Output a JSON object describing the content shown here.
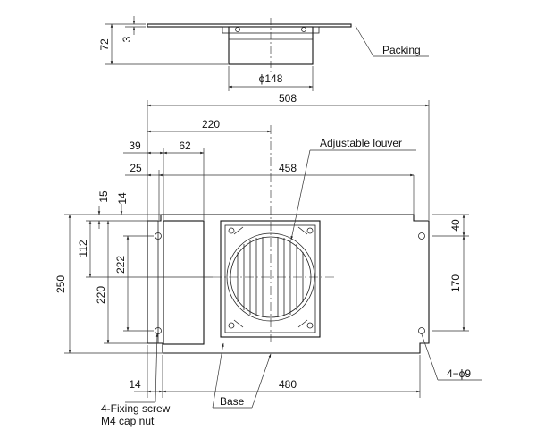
{
  "top_view": {
    "dim_height_total": "72",
    "dim_packing_thickness": "3",
    "dim_fan_diameter": "ϕ148",
    "label_packing": "Packing"
  },
  "front_view": {
    "dim_total_width": "508",
    "dim_220_top": "220",
    "dim_62": "62",
    "dim_39": "39",
    "dim_458": "458",
    "dim_25": "25",
    "dim_15": "15",
    "dim_14_top": "14",
    "dim_112": "112",
    "dim_250": "250",
    "dim_222": "222",
    "dim_220_left": "220",
    "dim_40": "40",
    "dim_170": "170",
    "dim_14_bottom": "14",
    "dim_480": "480",
    "label_adjustable_louver": "Adjustable louver",
    "label_hole": "4−ϕ9",
    "label_fixing_screw": "4-Fixing screw",
    "label_cap_nut": "M4 cap nut",
    "label_base": "Base"
  }
}
